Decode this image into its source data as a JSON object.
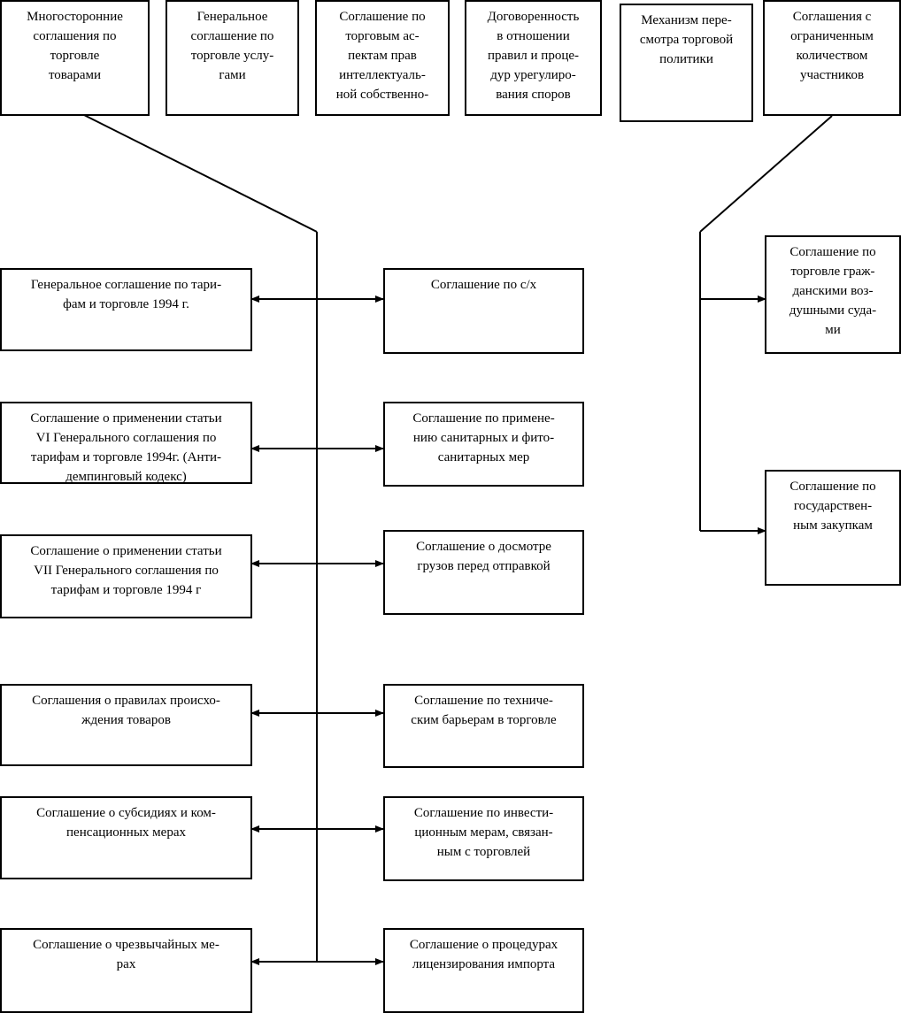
{
  "top_row": [
    "Многосторонние\nсоглашения по\nторговле\nтоварами",
    "Генеральное\nсоглашение по\nторговле услу-\nгами",
    "Соглашение по\nторговым ас-\nпектам прав\nинтеллектуаль-\nной собственно-",
    "Договоренность\nв отношении\nправил и проце-\nдур урегулиро-\nвания споров",
    "Механизм пере-\nсмотра торговой\nполитики",
    "Соглашения с\nограниченным\nколичеством\nучастников"
  ],
  "left_column": [
    "Генеральное соглашение по тари-\nфам и торговле 1994 г.",
    "Соглашение о применении статьи\nVI Генерального соглашения по\nтарифам и торговле 1994г. (Анти-\nдемпинговый кодекс)",
    "Соглашение о применении статьи\nVII Генерального соглашения по\nтарифам и торговле 1994 г",
    "Соглашения о правилах происхо-\nждения товаров",
    "Соглашение о субсидиях и ком-\nпенсационных мерах",
    "Соглашение о чрезвычайных ме-\nрах"
  ],
  "center_column": [
    "Соглашение по с/х",
    "Соглашение по примене-\nнию санитарных и фито-\nсанитарных мер",
    "Соглашение о досмотре\nгрузов перед отправкой",
    "Соглашение по техниче-\nским барьерам в торговле",
    "Соглашение по инвести-\nционным мерам, связан-\nным с торговлей",
    "Соглашение о процедурах\nлицензирования  импорта"
  ],
  "right_column": [
    "Соглашение по\nторговле граж-\nданскими воз-\nдушными суда-\nми",
    "Соглашение по\nгосударствен-\nным закупкам"
  ]
}
